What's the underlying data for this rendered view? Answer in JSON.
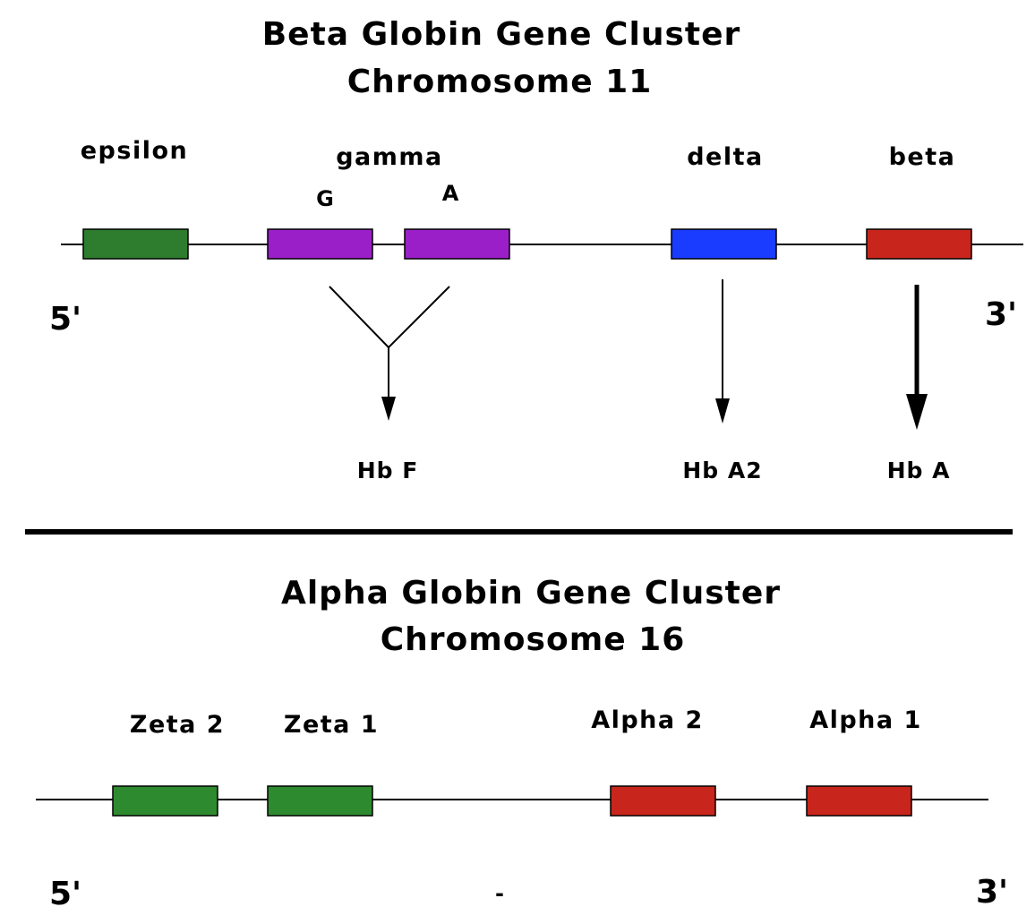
{
  "beta_cluster": {
    "title_line1": "Beta Globin Gene Cluster",
    "title_line2": "Chromosome 11",
    "five_prime": "5'",
    "three_prime": "3'",
    "genes": [
      {
        "label": "epsilon",
        "color": "#2e7d2e"
      },
      {
        "label": "G",
        "color": "#9b1fc9"
      },
      {
        "label": "A",
        "color": "#9b1fc9"
      },
      {
        "label": "delta",
        "color": "#1a3cff"
      },
      {
        "label": "beta",
        "color": "#c8261c"
      }
    ],
    "gamma_label": "gamma",
    "products": {
      "hbf": "Hb F",
      "hba2": "Hb A2",
      "hba": "Hb A"
    }
  },
  "alpha_cluster": {
    "title_line1": "Alpha Globin Gene Cluster",
    "title_line2": "Chromosome 16",
    "five_prime": "5'",
    "three_prime": "3'",
    "stray_mark": "-",
    "genes": [
      {
        "label": "Zeta 2",
        "color": "#2e8a2e"
      },
      {
        "label": "Zeta 1",
        "color": "#2e8a2e"
      },
      {
        "label": "Alpha 2",
        "color": "#c8261c"
      },
      {
        "label": "Alpha 1",
        "color": "#c8261c"
      }
    ]
  }
}
